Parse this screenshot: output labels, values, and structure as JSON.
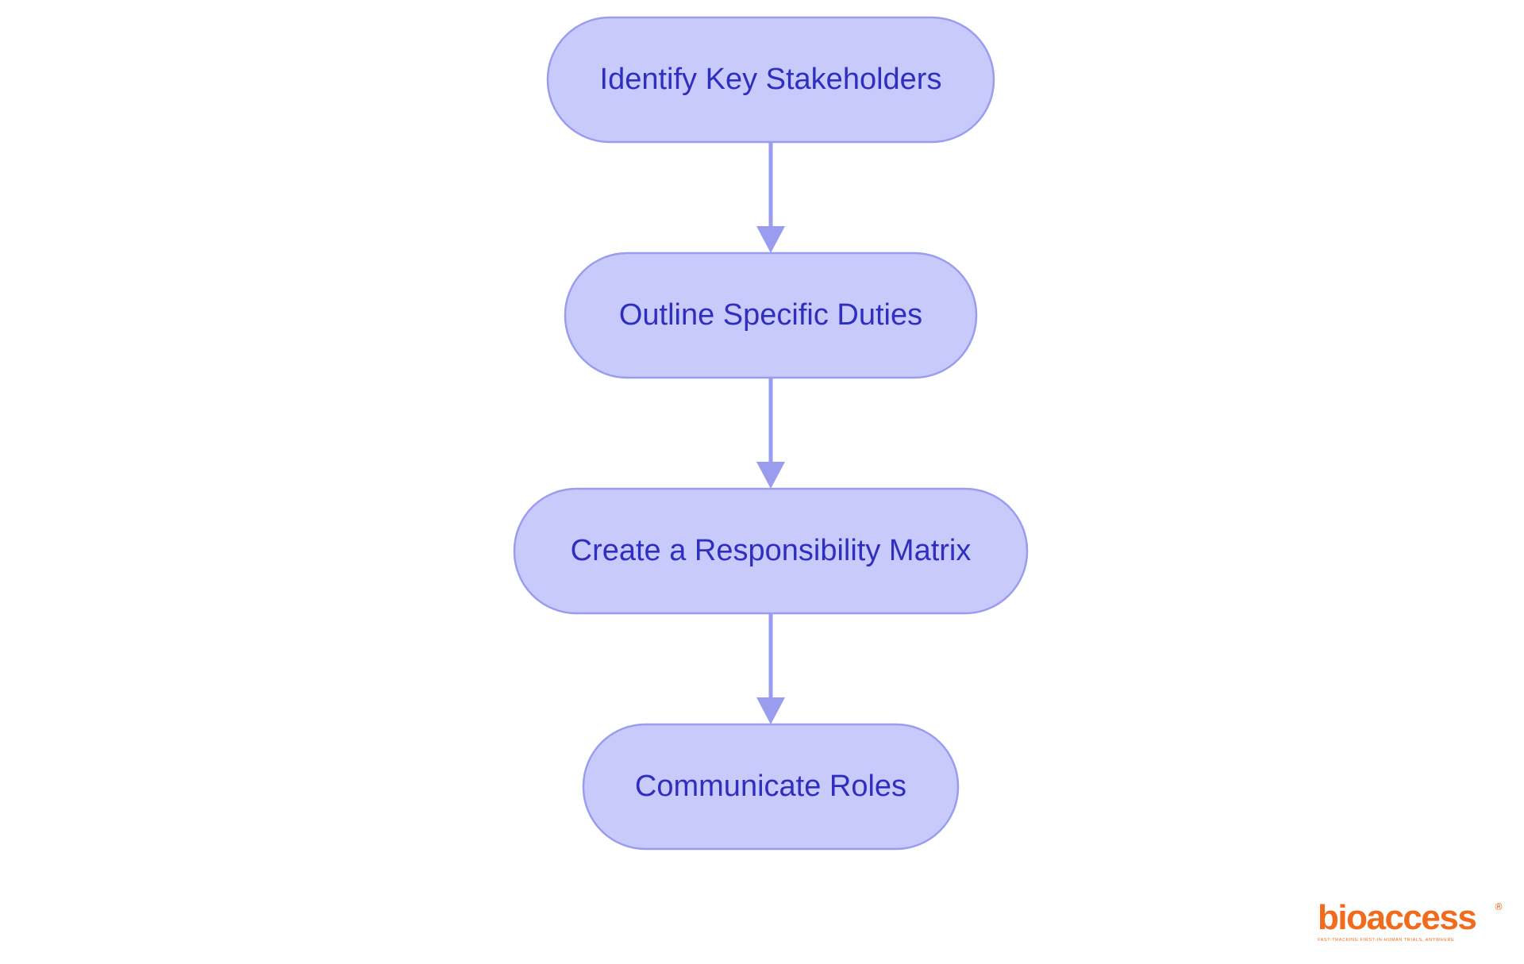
{
  "diagram": {
    "nodes": [
      {
        "id": "n1",
        "label": "Identify Key Stakeholders"
      },
      {
        "id": "n2",
        "label": "Outline Specific Duties"
      },
      {
        "id": "n3",
        "label": "Create a Responsibility Matrix"
      },
      {
        "id": "n4",
        "label": "Communicate Roles"
      }
    ],
    "edges": [
      {
        "from": "n1",
        "to": "n2"
      },
      {
        "from": "n2",
        "to": "n3"
      },
      {
        "from": "n3",
        "to": "n4"
      }
    ],
    "colors": {
      "node_fill": "#c9cafc",
      "node_stroke": "#9a9cf0",
      "node_text": "#2f2fbf",
      "edge": "#9a9cf0"
    }
  },
  "logo": {
    "wordmark": "bioaccess",
    "registered_mark": "®",
    "tagline": "FAST-TRACKING FIRST-IN-HUMAN TRIALS, ANYWHERE",
    "color": "#f26a1b"
  }
}
